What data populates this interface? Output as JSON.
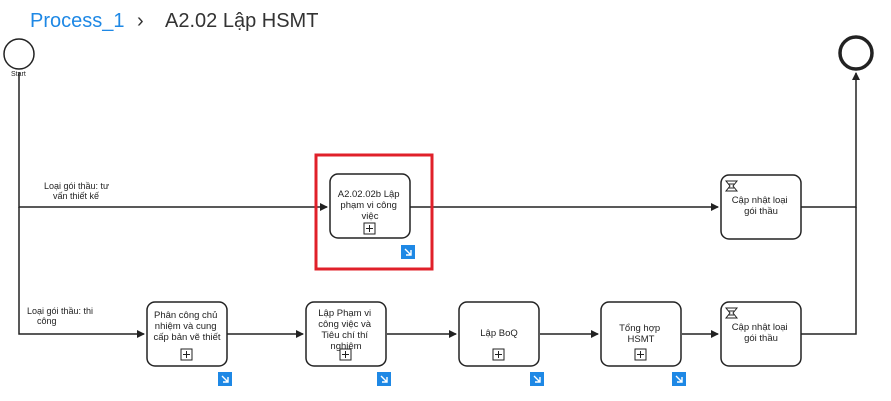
{
  "breadcrumb": {
    "parent": "Process_1",
    "separator": "›",
    "current": "A2.02 Lập HSMT"
  },
  "events": {
    "start_label": "Start"
  },
  "edges": {
    "branch1_label": [
      "Loại gói thầu: tư",
      "vấn thiết kế"
    ],
    "branch2_label": [
      "Loại gói thầu: thi",
      "công"
    ]
  },
  "tasks": {
    "top_sub": [
      "A2.02.02b Lập",
      "phạm vi công",
      "việc"
    ],
    "top_update": [
      "Cập nhật loại",
      "gói thầu"
    ],
    "b1": [
      "Phân công chủ",
      "nhiệm và cung",
      "cấp bản vẽ thiết"
    ],
    "b2": [
      "Lập Phạm vi",
      "công việc và",
      "Tiêu chí thí",
      "nghiệm"
    ],
    "b3": [
      "Lập BoQ"
    ],
    "b4": [
      "Tổng hợp",
      "HSMT"
    ],
    "b5": [
      "Cập nhật loại",
      "gói thầu"
    ]
  },
  "colors": {
    "highlight": "#e0202a",
    "link": "#1e88e5",
    "drill_badge": "#1e88e5",
    "stroke": "#222222"
  },
  "icons": {
    "subprocess_marker": "plus-box-icon",
    "drilldown": "drilldown-arrow-icon",
    "script_task": "script-icon"
  }
}
